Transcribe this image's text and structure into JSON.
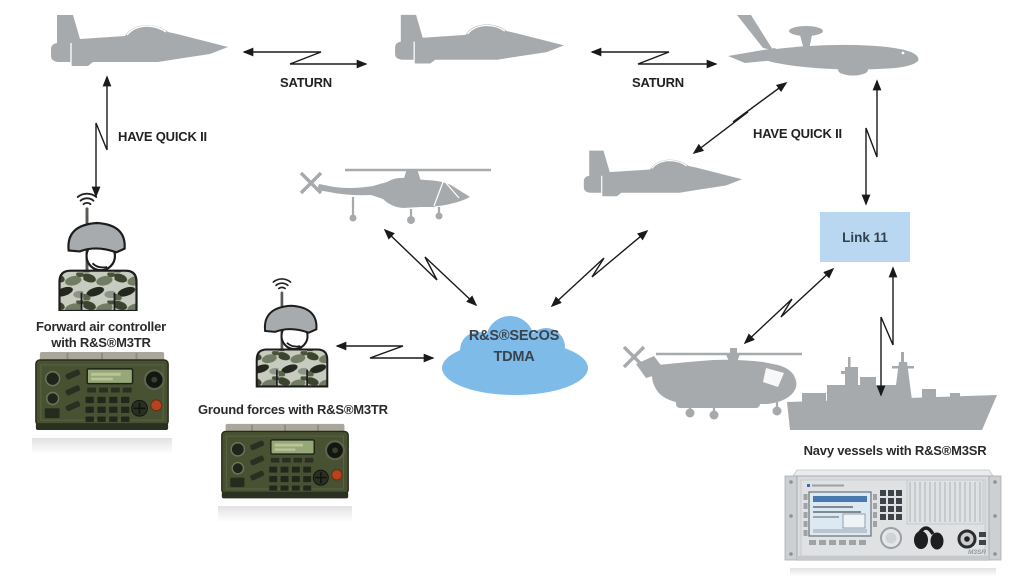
{
  "colors": {
    "silhouette": "#a7aaac",
    "arrow": "#1a1a1a",
    "cloud_fill": "#7fbbe8",
    "link11_fill": "#b9d7f0",
    "caption_text": "#2b2b2b",
    "radio_body": "#485233",
    "rack_body": "#d9dbdd"
  },
  "connections": [
    {
      "from": "fighter-jet-1",
      "to": "fighter-jet-2",
      "waveform": "SATURN"
    },
    {
      "from": "fighter-jet-2",
      "to": "awacs",
      "waveform": "SATURN"
    },
    {
      "from": "fighter-jet-1",
      "to": "forward-air-controller",
      "waveform": "HAVE QUICK II"
    },
    {
      "from": "awacs",
      "to": "fighter-jet-3",
      "waveform": "HAVE QUICK II"
    },
    {
      "from": "awacs",
      "to": "link11",
      "waveform": ""
    },
    {
      "from": "link11",
      "to": "navy-vessel",
      "waveform": ""
    },
    {
      "from": "link11",
      "to": "helicopter-2",
      "waveform": ""
    },
    {
      "from": "helicopter-1",
      "to": "secos-cloud",
      "waveform": ""
    },
    {
      "from": "fighter-jet-3",
      "to": "secos-cloud",
      "waveform": ""
    },
    {
      "from": "ground-forces",
      "to": "secos-cloud",
      "waveform": ""
    }
  ],
  "nodes": {
    "link11": {
      "label": "Link 11"
    },
    "secos_cloud": {
      "label_line1": "R&S®SECOS",
      "label_line2": "TDMA"
    },
    "forward_air_controller": {
      "caption_line1": "Forward air controller",
      "caption_line2": "with R&S®M3TR"
    },
    "ground_forces": {
      "caption": "Ground forces with R&S®M3TR"
    },
    "navy_vessels": {
      "caption": "Navy vessels with R&S®M3SR"
    },
    "rack_radio": {
      "badge": "M3SR"
    }
  }
}
